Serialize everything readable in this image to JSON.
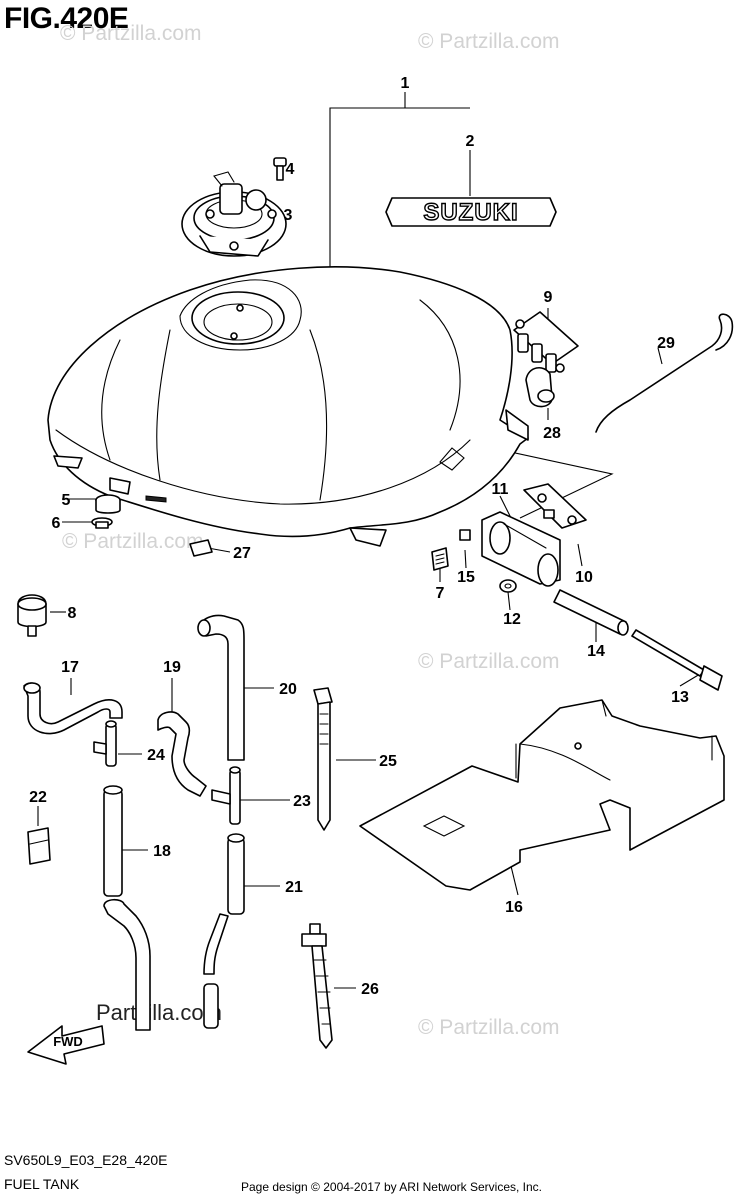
{
  "figure": {
    "title": "FIG.420E",
    "model_code": "SV650L9_E03_E28_420E",
    "assembly_name": "FUEL TANK",
    "credit": "Page design © 2004-2017 by ARI Network Services, Inc."
  },
  "brand_emblem_text": "SUZUKI",
  "watermarks": [
    "© Partzilla.com",
    "© Partzilla.com",
    "© Partzilla.com",
    "© Partzilla.com",
    "© Partzilla.com"
  ],
  "watermark_dark": "Partzilla.com",
  "fwd_arrow_text": "FWD",
  "callouts": [
    "1",
    "2",
    "3",
    "4",
    "5",
    "6",
    "7",
    "8",
    "9",
    "10",
    "11",
    "12",
    "13",
    "14",
    "15",
    "16",
    "17",
    "18",
    "19",
    "20",
    "21",
    "22",
    "23",
    "24",
    "25",
    "26",
    "27",
    "28",
    "29"
  ],
  "colors": {
    "line": "#000000",
    "background": "#ffffff",
    "watermark": "#d2d2d2"
  }
}
